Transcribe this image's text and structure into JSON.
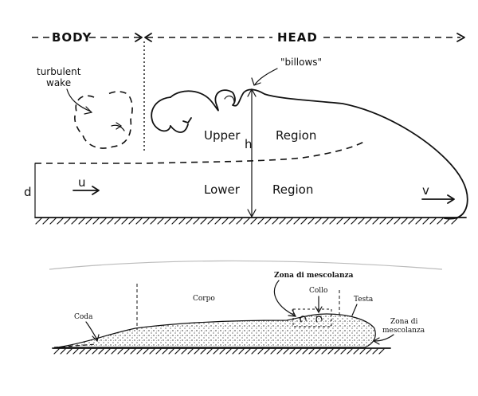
{
  "top_diagram": {
    "section_body": "BODY",
    "section_head": "HEAD",
    "label_turbulent_wake": [
      "turbulent",
      "wake"
    ],
    "label_billows": "\"billows\"",
    "label_upper_region": [
      "Upper",
      "Region"
    ],
    "label_lower_region": [
      "Lower",
      "Region"
    ],
    "label_h": "h",
    "label_d": "d",
    "label_u": "u",
    "label_v": "v"
  },
  "bottom_diagram": {
    "label_coda": "Coda",
    "label_corpo": "Corpo",
    "label_zona_top": "Zona di mescolanza",
    "label_collo": "Collo",
    "label_testa": "Testa",
    "label_zona_right": [
      "Zona di",
      "mescolanza"
    ]
  }
}
